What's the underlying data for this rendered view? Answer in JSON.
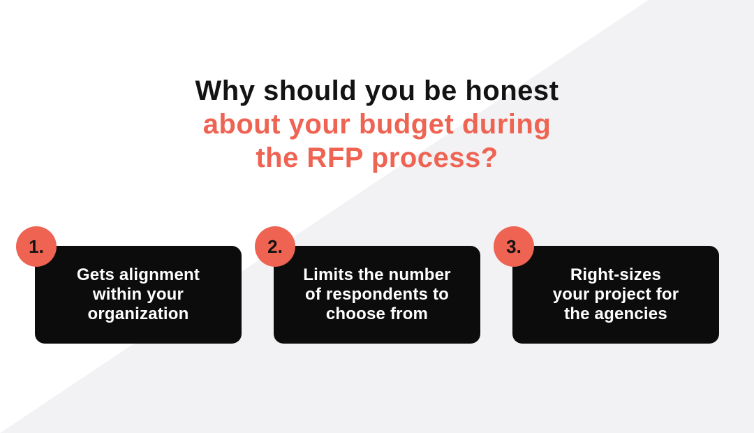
{
  "background": {
    "base_color": "#ffffff",
    "diagonal_color": "#f2f2f5"
  },
  "colors": {
    "accent": "#ee6352",
    "card_background": "#0c0c0c",
    "card_text": "#ffffff",
    "title_black": "#131313"
  },
  "title": {
    "line1": "Why should you be honest",
    "line2": "about your budget during",
    "line3": "the RFP process?"
  },
  "cards": [
    {
      "number": "1.",
      "lines": [
        "Gets alignment",
        "within your",
        "organization"
      ]
    },
    {
      "number": "2.",
      "lines": [
        "Limits the number",
        "of respondents to",
        "choose from"
      ]
    },
    {
      "number": "3.",
      "lines": [
        "Right-sizes",
        "your project for",
        "the agencies"
      ]
    }
  ]
}
